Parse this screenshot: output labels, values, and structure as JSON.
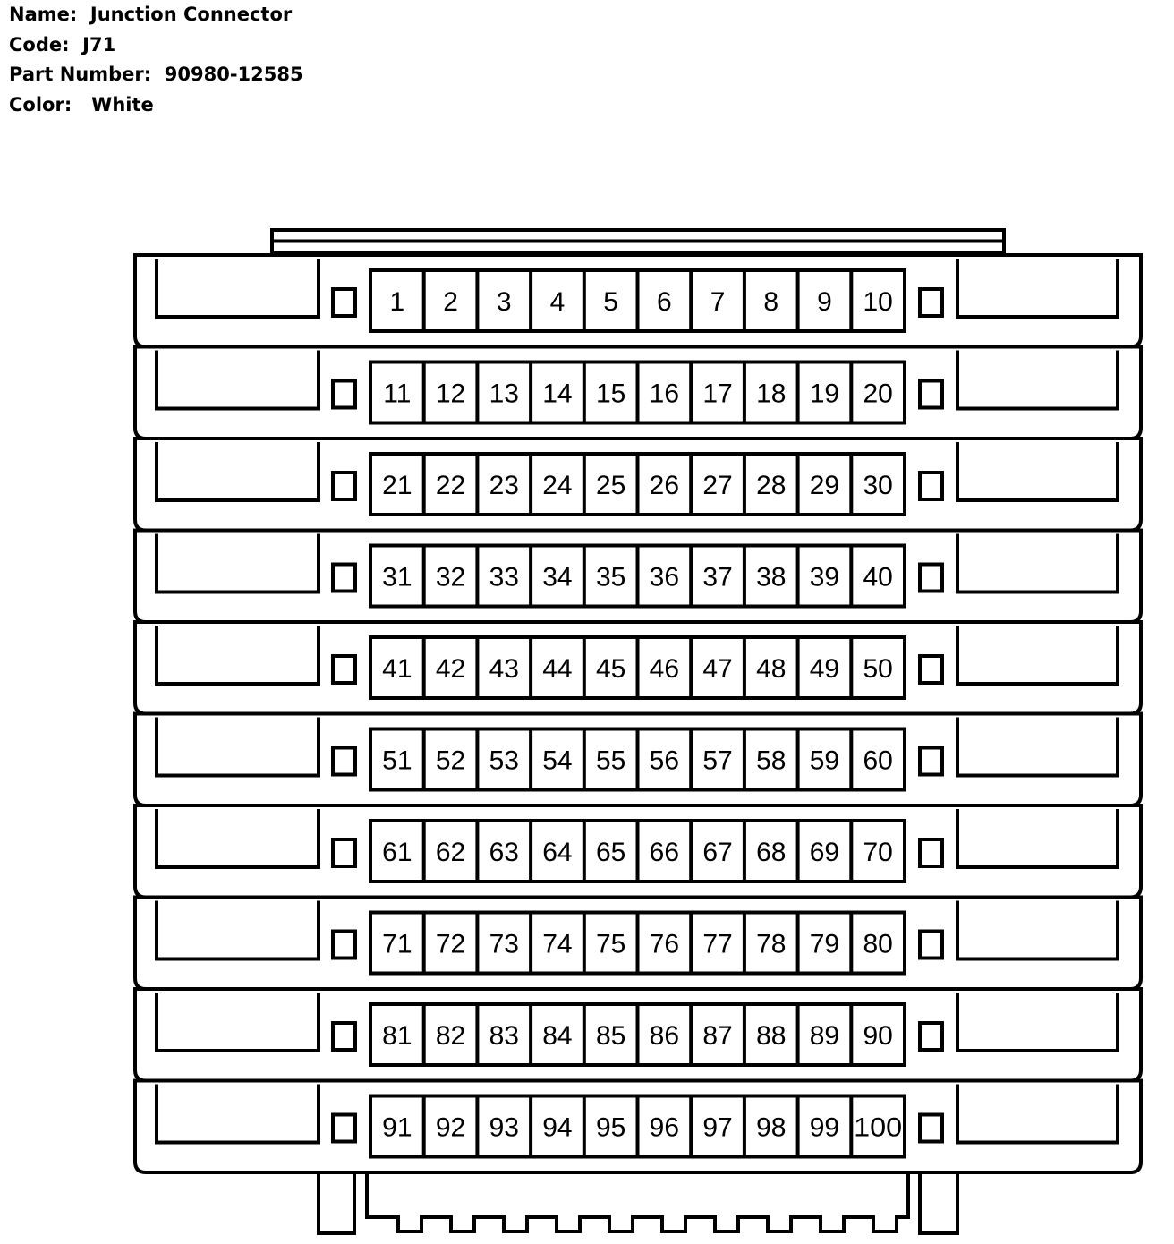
{
  "connector": {
    "name_label": "Name:",
    "name": "Junction Connector",
    "code_label": "Code:",
    "code": "J71",
    "part_label": "Part Number:",
    "part_number": "90980-12585",
    "color_label": "Color:",
    "color": "White"
  },
  "pins": [
    [
      "1",
      "2",
      "3",
      "4",
      "5",
      "6",
      "7",
      "8",
      "9",
      "10"
    ],
    [
      "11",
      "12",
      "13",
      "14",
      "15",
      "16",
      "17",
      "18",
      "19",
      "20"
    ],
    [
      "21",
      "22",
      "23",
      "24",
      "25",
      "26",
      "27",
      "28",
      "29",
      "30"
    ],
    [
      "31",
      "32",
      "33",
      "34",
      "35",
      "36",
      "37",
      "38",
      "39",
      "40"
    ],
    [
      "41",
      "42",
      "43",
      "44",
      "45",
      "46",
      "47",
      "48",
      "49",
      "50"
    ],
    [
      "51",
      "52",
      "53",
      "54",
      "55",
      "56",
      "57",
      "58",
      "59",
      "60"
    ],
    [
      "61",
      "62",
      "63",
      "64",
      "65",
      "66",
      "67",
      "68",
      "69",
      "70"
    ],
    [
      "71",
      "72",
      "73",
      "74",
      "75",
      "76",
      "77",
      "78",
      "79",
      "80"
    ],
    [
      "81",
      "82",
      "83",
      "84",
      "85",
      "86",
      "87",
      "88",
      "89",
      "90"
    ],
    [
      "91",
      "92",
      "93",
      "94",
      "95",
      "96",
      "97",
      "98",
      "99",
      "100"
    ]
  ],
  "colors": {
    "line": "#000000",
    "background": "#ffffff"
  }
}
